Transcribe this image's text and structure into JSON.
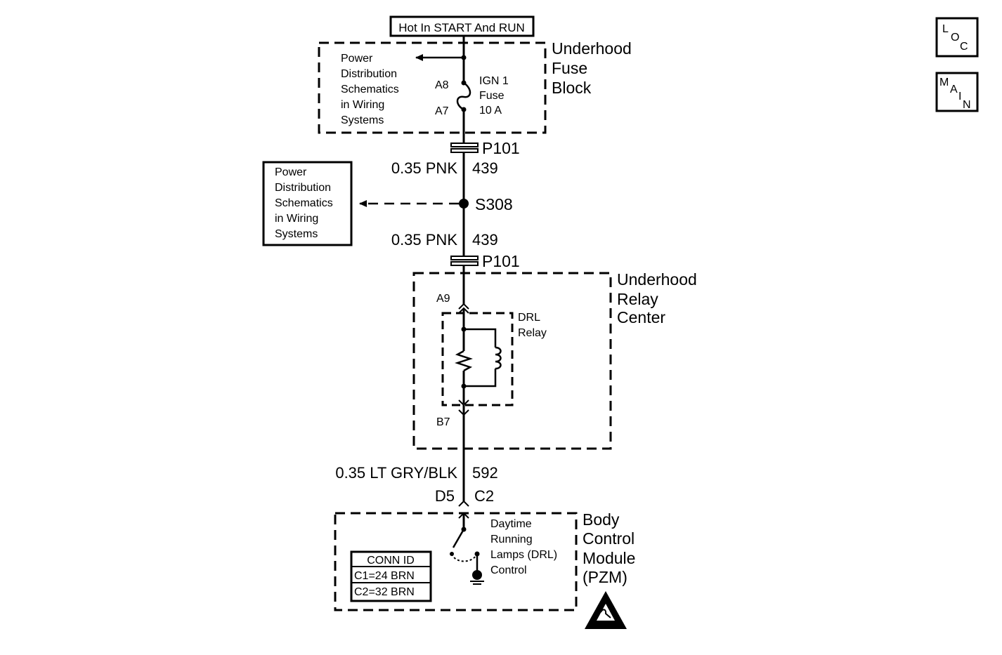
{
  "supply_label": "Hot In START And RUN",
  "fuse_block": {
    "title": [
      "Underhood",
      "Fuse",
      "Block"
    ],
    "ref_text": [
      "Power",
      "Distribution",
      "Schematics",
      "in Wiring",
      "Systems"
    ],
    "pin_in": "A8",
    "pin_out": "A7",
    "fuse_text": [
      "IGN 1",
      "Fuse",
      "10 A"
    ]
  },
  "connector_top": "P101",
  "wire_upper": {
    "gauge_color": "0.35 PNK",
    "circuit": "439"
  },
  "splice": {
    "name": "S308",
    "ref_text": [
      "Power",
      "Distribution",
      "Schematics",
      "in Wiring",
      "Systems"
    ]
  },
  "wire_mid": {
    "gauge_color": "0.35 PNK",
    "circuit": "439"
  },
  "connector_bottom": "P101",
  "relay_center": {
    "title": [
      "Underhood",
      "Relay",
      "Center"
    ],
    "pin_in": "A9",
    "pin_out": "B7",
    "relay_text": [
      "DRL",
      "Relay"
    ]
  },
  "wire_lower": {
    "gauge_color": "0.35 LT GRY/BLK",
    "circuit": "592"
  },
  "bcm_pins": {
    "left": "D5",
    "right": "C2"
  },
  "bcm": {
    "title": [
      "Body",
      "Control",
      "Module",
      "(PZM)"
    ],
    "control_text": [
      "Daytime",
      "Running",
      "Lamps (DRL)",
      "Control"
    ],
    "conn_id": {
      "header": "CONN ID",
      "rows": [
        "C1=24 BRN",
        "C2=32 BRN"
      ]
    }
  },
  "nav": {
    "loc": [
      "L",
      "O",
      "C"
    ],
    "main": [
      "M",
      "A",
      "I",
      "N"
    ]
  }
}
